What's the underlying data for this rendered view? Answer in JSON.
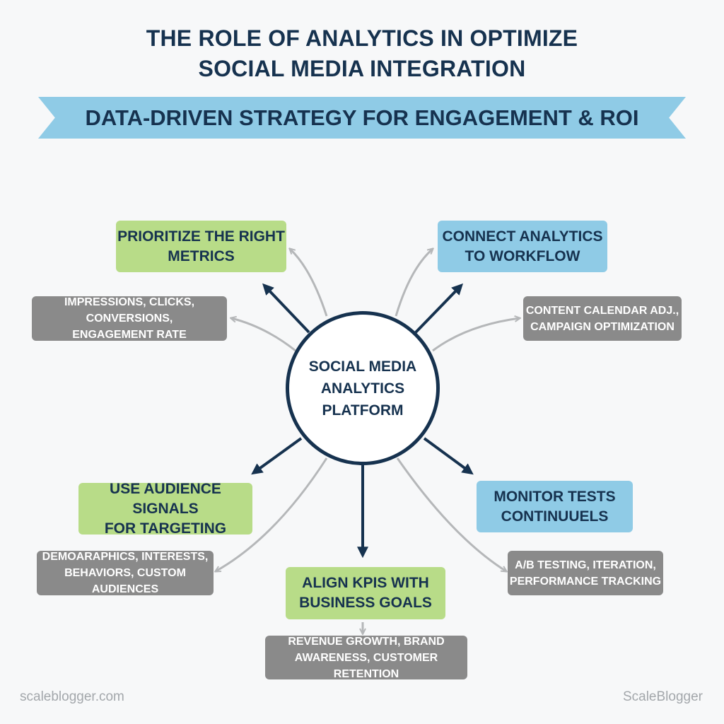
{
  "title": {
    "line1": "THE ROLE OF ANALYTICS IN OPTIMIZE",
    "line2": "SOCIAL MEDIA INTEGRATION"
  },
  "banner": "DATA-DRIVEN STRATEGY FOR ENGAGEMENT & ROI",
  "center": {
    "line1": "SOCIAL MEDIA",
    "line2": "ANALYTICS",
    "line3": "PLATFORM"
  },
  "nodes": {
    "prioritize": {
      "line1": "PRIORITIZE THE RIGHT",
      "line2": "METRICS"
    },
    "prioritize_detail": {
      "line1": "IMPRESSIONS, CLICKS, CONVERSIONS,",
      "line2": "ENGAGEMENT RATE"
    },
    "connect": {
      "line1": "CONNECT ANALYTICS",
      "line2": "TO WORKFLOW"
    },
    "connect_detail": {
      "line1": "CONTENT CALENDAR ADJ.,",
      "line2": "CAMPAIGN OPTIMIZATION"
    },
    "audience": {
      "line1": "USE AUDIENCE SIGNALS",
      "line2": "FOR TARGETING"
    },
    "audience_detail": {
      "line1": "DEMOARAPHICS, INTERESTS,",
      "line2": "BEHAVIORS, CUSTOM AUDIENCES"
    },
    "monitor": {
      "line1": "MONITOR TESTS",
      "line2": "CONTINUUELS"
    },
    "monitor_detail": {
      "line1": "A/B TESTING, ITERATION,",
      "line2": "PERFORMANCE TRACKING"
    },
    "align": {
      "line1": "ALIGN KPIS WITH",
      "line2": "BUSINESS GOALS"
    },
    "align_detail": {
      "line1": "REVENUE GROWTH, BRAND",
      "line2": "AWARENESS, CUSTOMER RETENTION"
    }
  },
  "footer": {
    "left": "scaleblogger.com",
    "right": "ScaleBlogger"
  },
  "colors": {
    "navy": "#16324f",
    "green": "#b8dc88",
    "blue": "#8fcbe6",
    "gray": "#8a8a8a",
    "connector_gray": "#b5b7b9"
  }
}
